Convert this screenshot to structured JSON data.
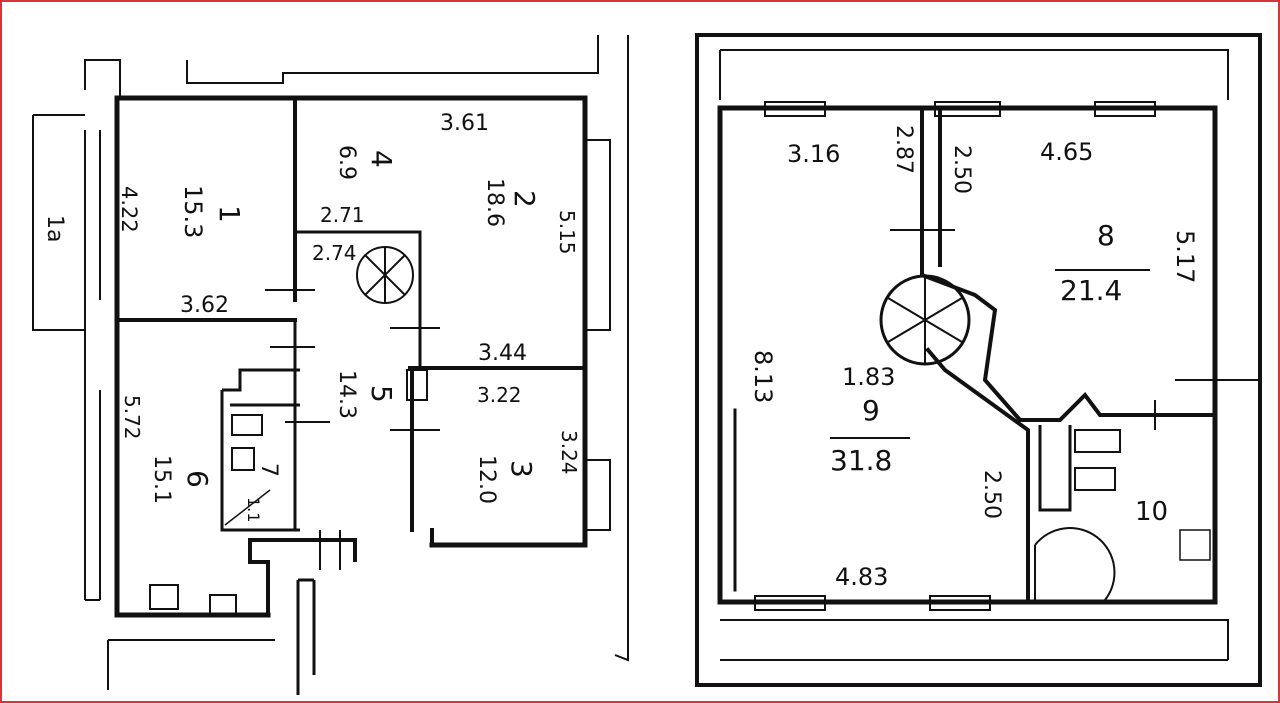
{
  "colors": {
    "background": "#ffffff",
    "ink": "#111111",
    "border": "#d9343a"
  },
  "left_plan": {
    "rooms": {
      "r1": {
        "number": "1",
        "area": "15.3"
      },
      "r2": {
        "number": "2",
        "area": "18.6"
      },
      "r3": {
        "number": "3",
        "area": "12.0"
      },
      "r4": {
        "number": "4",
        "area": "6.9"
      },
      "r5": {
        "number": "5",
        "area": "14.3"
      },
      "r6": {
        "number": "6",
        "area": "15.1"
      },
      "r7": {
        "number": "7",
        "area": "1.1"
      }
    },
    "dims": {
      "balcony": "1a",
      "r1_height": "4.22",
      "r1_width": "3.62",
      "top_width": "3.61",
      "r2_height": "5.15",
      "hall_w1": "2.71",
      "hall_w2": "2.74",
      "r2_bottom": "3.44",
      "r3_width": "3.22",
      "r3_height": "3.24",
      "r6_height": "5.72"
    }
  },
  "right_plan": {
    "rooms": {
      "r8": {
        "number": "8",
        "area": "21.4"
      },
      "r9": {
        "number": "9",
        "area": "31.8"
      },
      "r10": {
        "number": "10"
      }
    },
    "dims": {
      "top_left": "3.16",
      "wall_a": "2.87",
      "wall_b": "2.50",
      "r8_top": "4.65",
      "r8_right": "5.17",
      "left_height": "8.13",
      "diag": "1.83",
      "bottom_width": "4.83",
      "inner_height": "2.50"
    }
  }
}
